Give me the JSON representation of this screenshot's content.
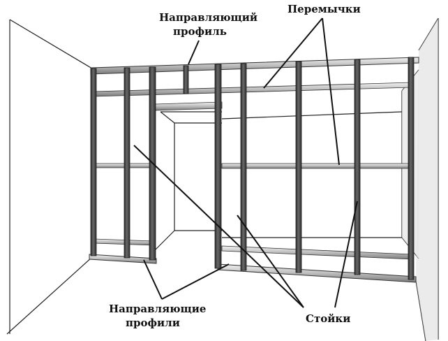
{
  "labels": {
    "top_track_line1": "Направляющий",
    "top_track_line2": "профиль",
    "crossbars": "Перемычки",
    "bottom_tracks_line1": "Направляющие",
    "bottom_tracks_line2": "профили",
    "studs": "Стойки"
  },
  "colors": {
    "profile_dark": "#3a3a3a",
    "profile_light": "#c8c8c8",
    "line": "#111111",
    "background": "#ffffff"
  }
}
